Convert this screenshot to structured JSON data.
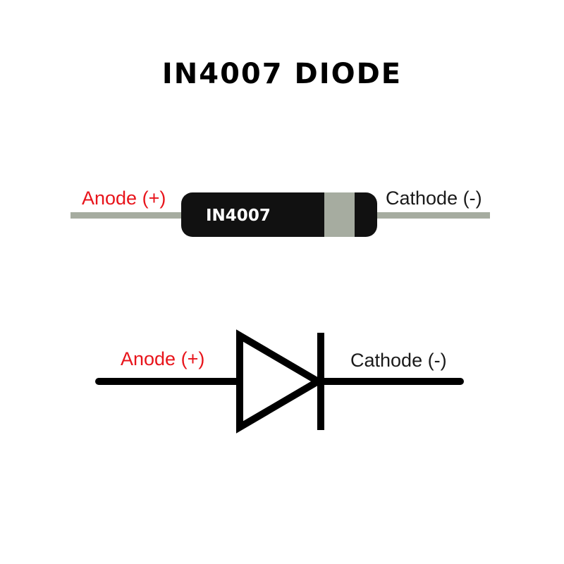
{
  "title": "IN4007 DIODE",
  "component": {
    "anode_label": "Anode (+)",
    "cathode_label": "Cathode (-)",
    "body_marking": "IN4007"
  },
  "symbol": {
    "anode_label": "Anode (+)",
    "cathode_label": "Cathode (-)"
  },
  "colors": {
    "anode_label": "#e8141b",
    "cathode_label": "#1a1a1a",
    "body": "#111111",
    "band": "#a6aca0",
    "lead": "#a6aca0",
    "marking": "#ffffff"
  }
}
